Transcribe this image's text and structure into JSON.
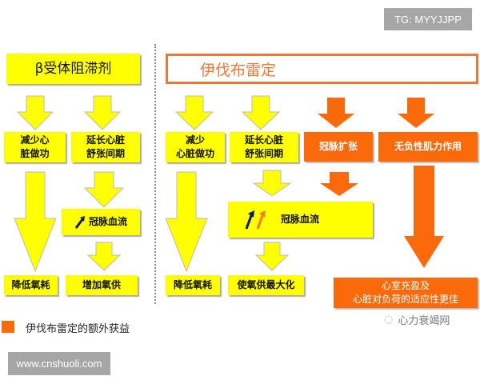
{
  "watermark_top": "TG: MYYJJPP",
  "watermark_bottom": "www.cnshuoli.com",
  "wechat_source": "心力衰竭网",
  "left": {
    "title": "β受体阻滞剂",
    "box_reduce_work": "减少心\n脏做功",
    "box_prolong_diastole": "延长心脏\n舒张间期",
    "box_coronary_flow": "冠脉血流",
    "box_lower_o2": "降低氧耗",
    "box_increase_o2": "增加氧供"
  },
  "right": {
    "title": "伊伐布雷定",
    "box_reduce_work": "减少\n心脏做功",
    "box_prolong_diastole": "延长心脏\n舒张间期",
    "box_coronary_dilation": "冠脉扩张",
    "box_no_negative_inotropy": "无负性肌力作用",
    "box_coronary_flow": "冠脉血流",
    "box_lower_o2": "降低氧耗",
    "box_max_o2": "使氧供最大化",
    "box_ventricular_filling": "心室充盈及\n心脏对负荷的适应性更佳"
  },
  "legend": {
    "label": "伊伐布雷定的额外获益",
    "color": "#fa6a0a"
  },
  "colors": {
    "yellow": "#ffff00",
    "orange": "#fa6a0a",
    "navy": "#0a1a5c"
  }
}
